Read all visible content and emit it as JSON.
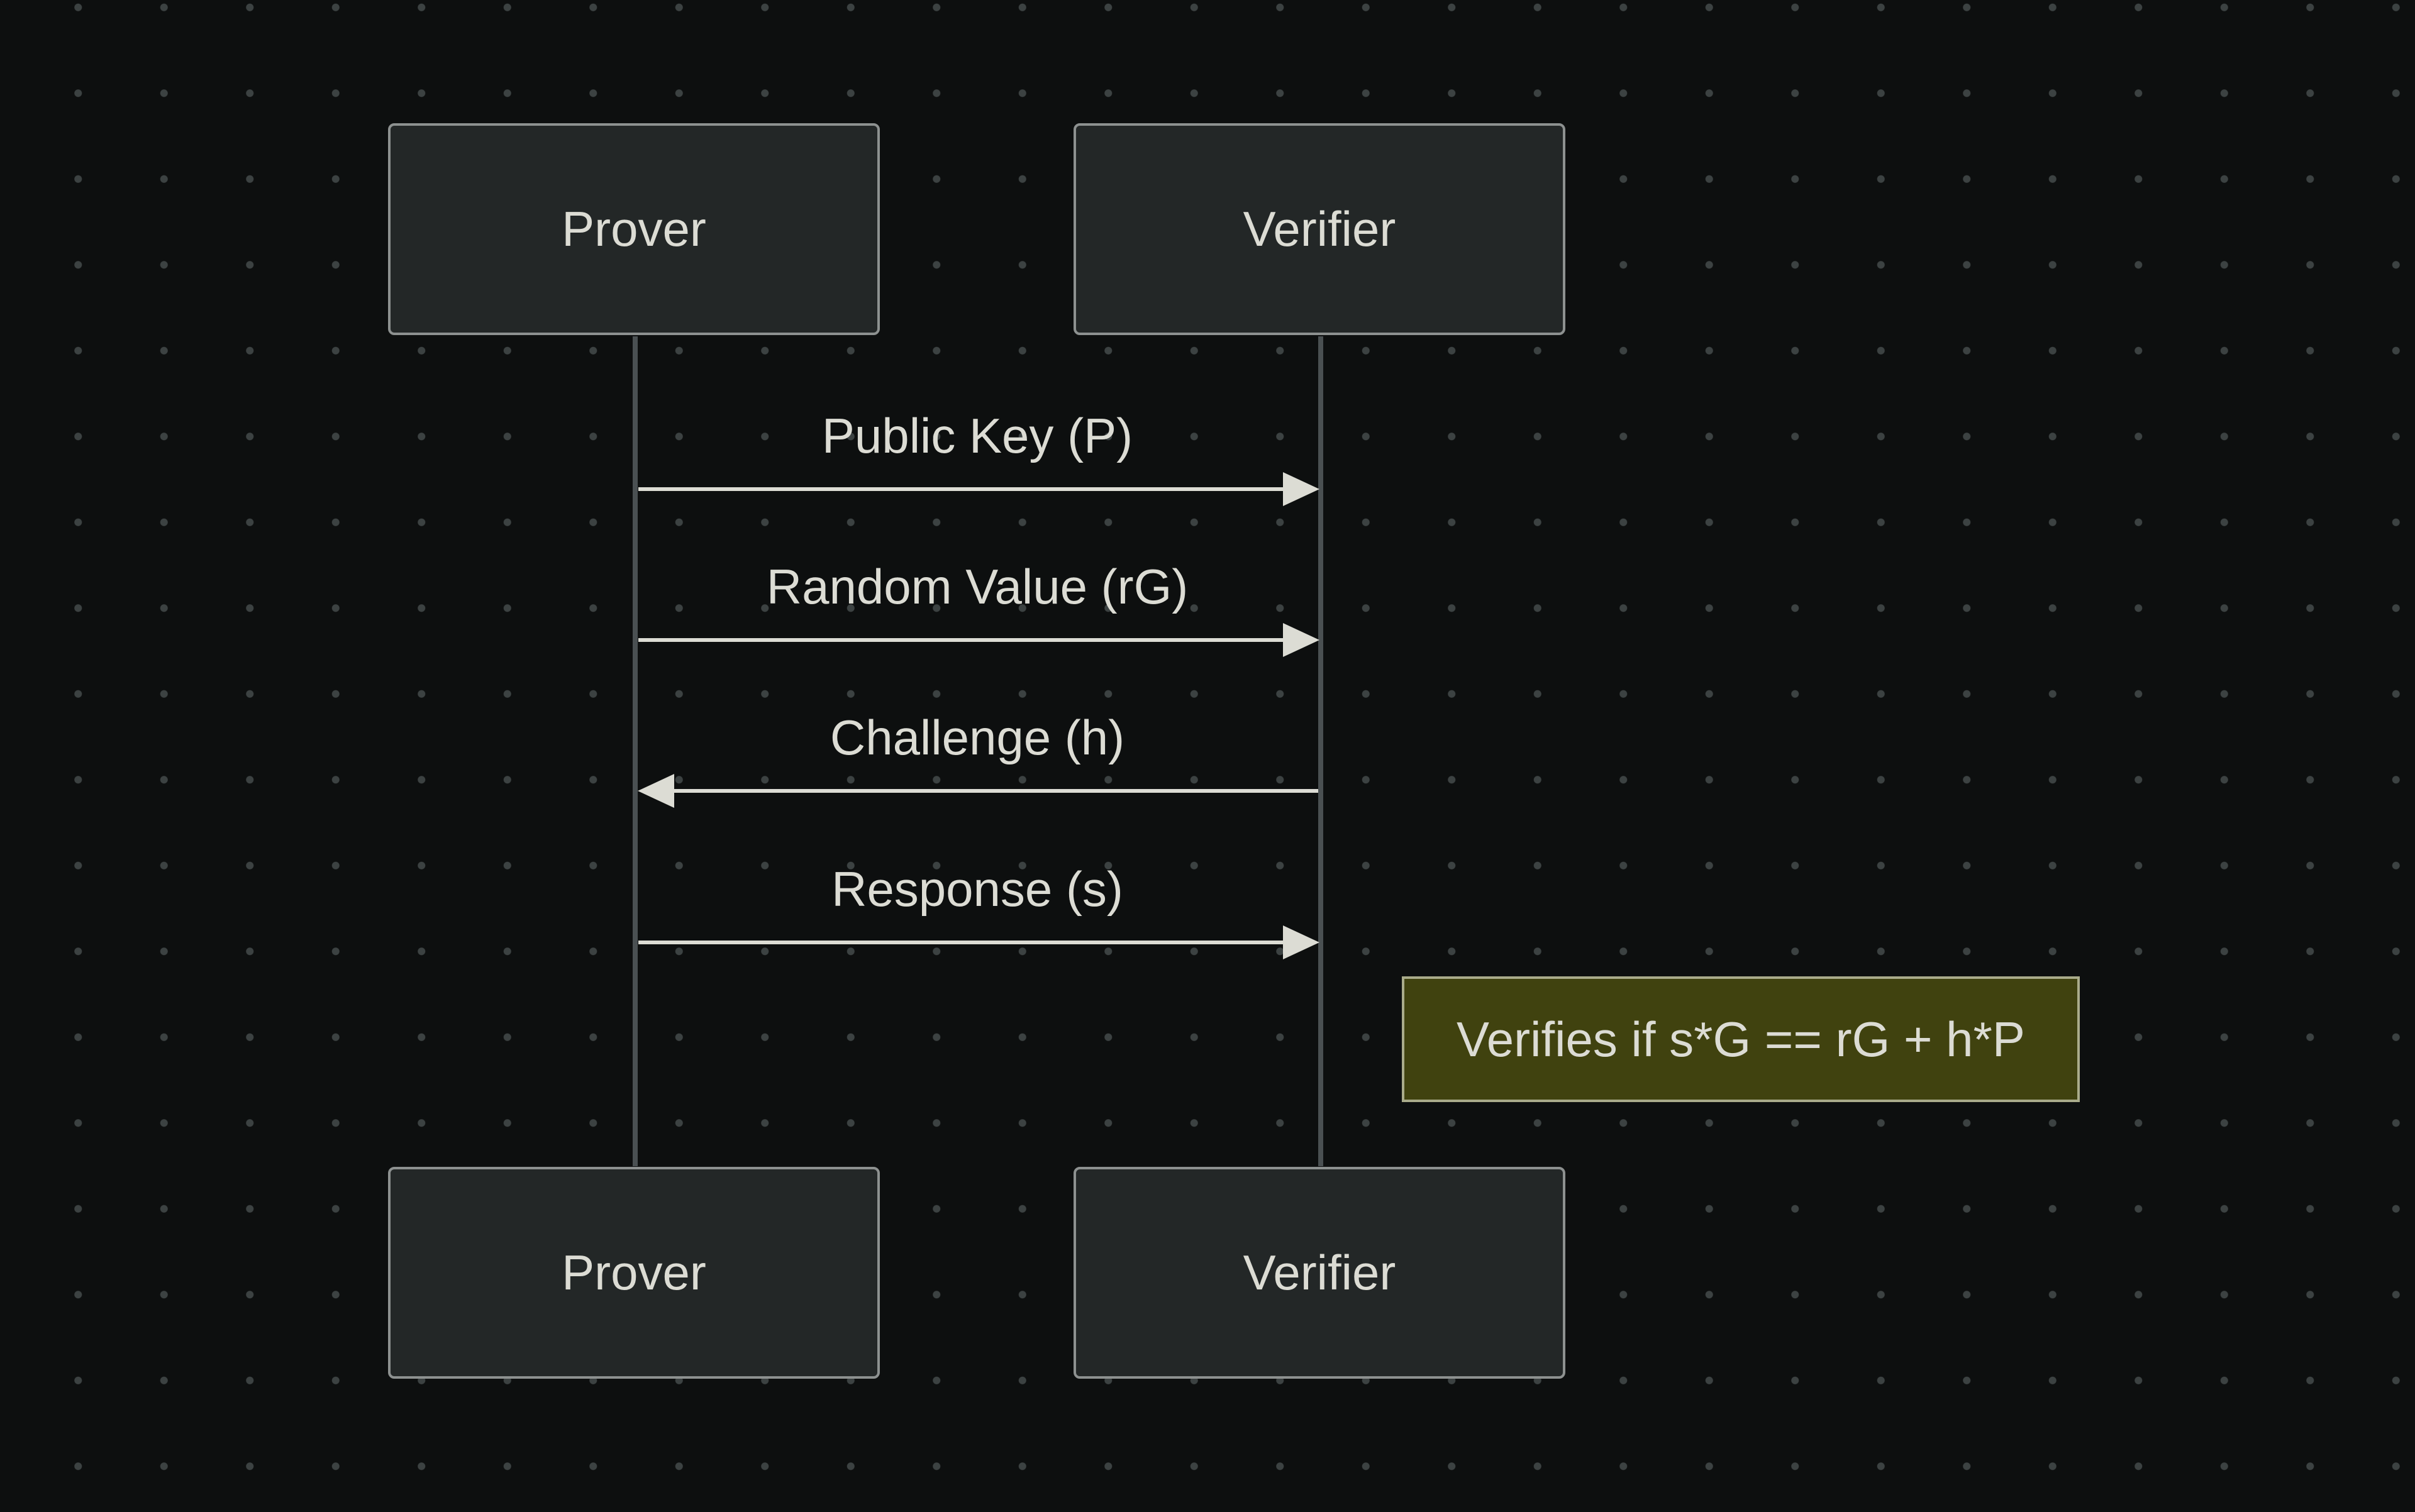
{
  "participants": [
    {
      "name": "Prover"
    },
    {
      "name": "Verifier"
    }
  ],
  "messages": [
    {
      "label": "Public Key (P)",
      "from": "Prover",
      "to": "Verifier"
    },
    {
      "label": "Random Value (rG)",
      "from": "Prover",
      "to": "Verifier"
    },
    {
      "label": "Challenge (h)",
      "from": "Verifier",
      "to": "Prover"
    },
    {
      "label": "Response (s)",
      "from": "Prover",
      "to": "Verifier"
    }
  ],
  "note": {
    "text": "Verifies if s*G == rG + h*P",
    "over": "Verifier"
  },
  "colors": {
    "background": "#0d0f0f",
    "actor_fill": "#232727",
    "actor_border": "#8d9190",
    "lifeline": "#4a5052",
    "arrow": "#dcdcd4",
    "text": "#dcdcd4",
    "note_fill": "#40420f",
    "note_border": "#a9ab8a"
  }
}
